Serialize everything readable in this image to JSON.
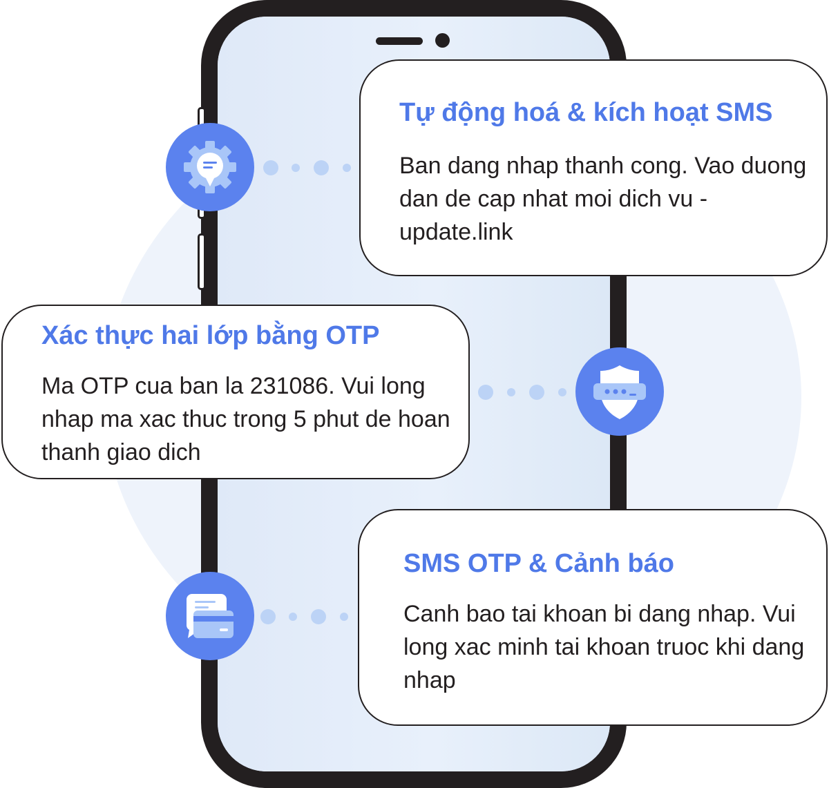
{
  "cards": [
    {
      "title": "Tự động hoá & kích hoạt SMS",
      "body": "Ban dang nhap thanh cong. Vao duong dan de cap nhat moi dich vu - update.link",
      "icon": "gear-chat-icon"
    },
    {
      "title": "Xác thực hai lớp bằng OTP",
      "body": "Ma OTP cua ban la 231086. Vui long nhap ma xac thuc trong 5 phut de hoan thanh giao dich",
      "icon": "shield-password-icon"
    },
    {
      "title": "SMS OTP & Cảnh báo",
      "body": "Canh bao tai khoan bi dang nhap. Vui long xac minh tai khoan truoc khi dang nhap",
      "icon": "chat-card-icon"
    }
  ],
  "colors": {
    "accent": "#5b82ee",
    "title": "#4f79e8",
    "phone_frame": "#231f20",
    "screen": "#dfeaf9",
    "dots": "#bcd3f6"
  }
}
